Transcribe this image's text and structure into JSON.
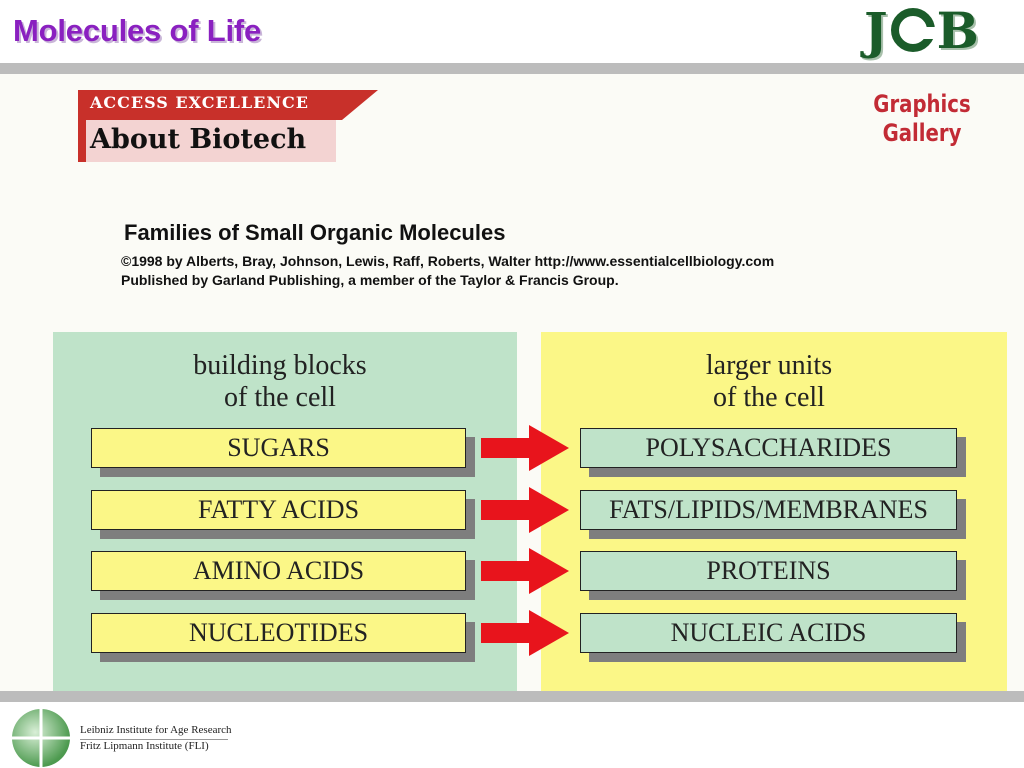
{
  "slide": {
    "title": "Molecules of Life",
    "logo_left_text": "J",
    "logo_right_text": "B"
  },
  "banner": {
    "top_text": "ACCESS EXCELLENCE",
    "main_text": "About Biotech"
  },
  "gallery_label": {
    "line1": "Graphics",
    "line2": "Gallery"
  },
  "figure": {
    "title": "Families of Small Organic Molecules",
    "credit_line1": "©1998 by Alberts, Bray, Johnson, Lewis, Raff, Roberts, Walter  http://www.essentialcellbiology.com",
    "credit_line2": "Published by Garland Publishing, a member of the Taylor & Francis Group."
  },
  "left_panel": {
    "heading_line1": "building blocks",
    "heading_line2": "of the cell",
    "items": [
      "SUGARS",
      "FATTY ACIDS",
      "AMINO ACIDS",
      "NUCLEOTIDES"
    ]
  },
  "right_panel": {
    "heading_line1": "larger units",
    "heading_line2": "of the cell",
    "items": [
      "POLYSACCHARIDES",
      "FATS/LIPIDS/MEMBRANES",
      "PROTEINS",
      "NUCLEIC ACIDS"
    ]
  },
  "footer": {
    "institute_line1": "Leibniz Institute for Age Research",
    "institute_line2": "Fritz Lipmann Institute (FLI)"
  },
  "colors": {
    "title": "#8a20c0",
    "jcb_green": "#1b5c2a",
    "left_panel": "#bfe3c9",
    "right_panel": "#fbf787",
    "arrow": "#e8141c"
  }
}
